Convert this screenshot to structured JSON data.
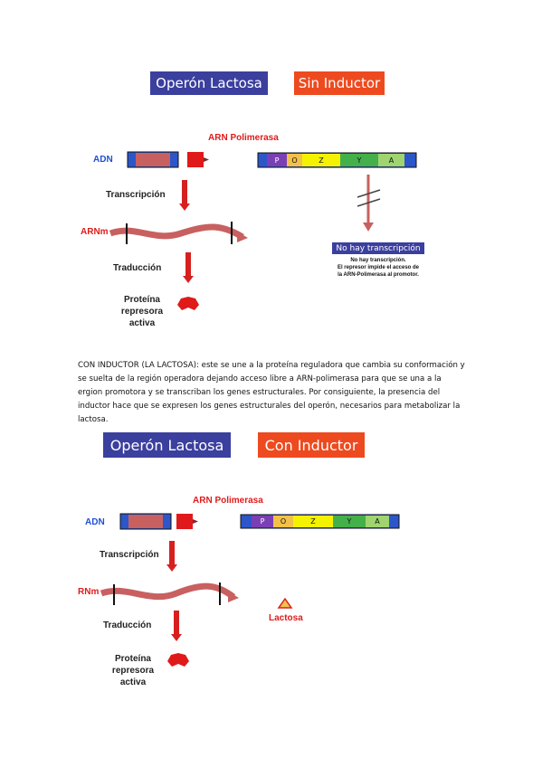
{
  "section1": {
    "title_left": "Operón Lactosa",
    "title_right": "Sin Inductor",
    "arn_polimerasa": "ARN Polimerasa",
    "adn": "ADN",
    "transcripcion": "Transcripción",
    "arnm": "ARNm",
    "traduccion": "Traducción",
    "proteina": [
      "Proteína",
      "represora",
      "activa"
    ],
    "genes": [
      "P",
      "O",
      "Z",
      "Y",
      "A"
    ],
    "no_hay_box": "No hay transcripción",
    "no_hay_note": [
      "No hay transcripción.",
      "El represor impide el acceso de",
      "la ARN-Polimerasa al promotor."
    ]
  },
  "paragraph": "CON INDUCTOR (LA LACTOSA): este se une a la proteína reguladora que cambia su conformación y se suelta de la región operadora dejando acceso libre a ARN-polimerasa para que se una a la ergion promotora y se transcriban los genes estructurales. Por consiguiente, la presencia del inductor hace que se expresen los genes estructurales del operón, necesarios para metabolizar la lactosa.",
  "section2": {
    "title_left": "Operón Lactosa",
    "title_right": "Con Inductor",
    "arn_polimerasa": "ARN Polimerasa",
    "adn": "ADN",
    "transcripcion": "Transcripción",
    "rnm": "RNm",
    "traduccion": "Traducción",
    "proteina": [
      "Proteína",
      "represora",
      "activa"
    ],
    "genes": [
      "P",
      "O",
      "Z",
      "Y",
      "A"
    ],
    "lactosa": "Lactosa"
  },
  "colors": {
    "title_blue": "#3b3f9e",
    "title_red": "#ee4a1f",
    "dna_blue": "#2c56c9",
    "gene_p": "#7b3fb5",
    "gene_o": "#f2c14a",
    "gene_z": "#f4f200",
    "gene_y": "#44b04a",
    "gene_a": "#9fd470",
    "arrow_red": "#d62020"
  }
}
